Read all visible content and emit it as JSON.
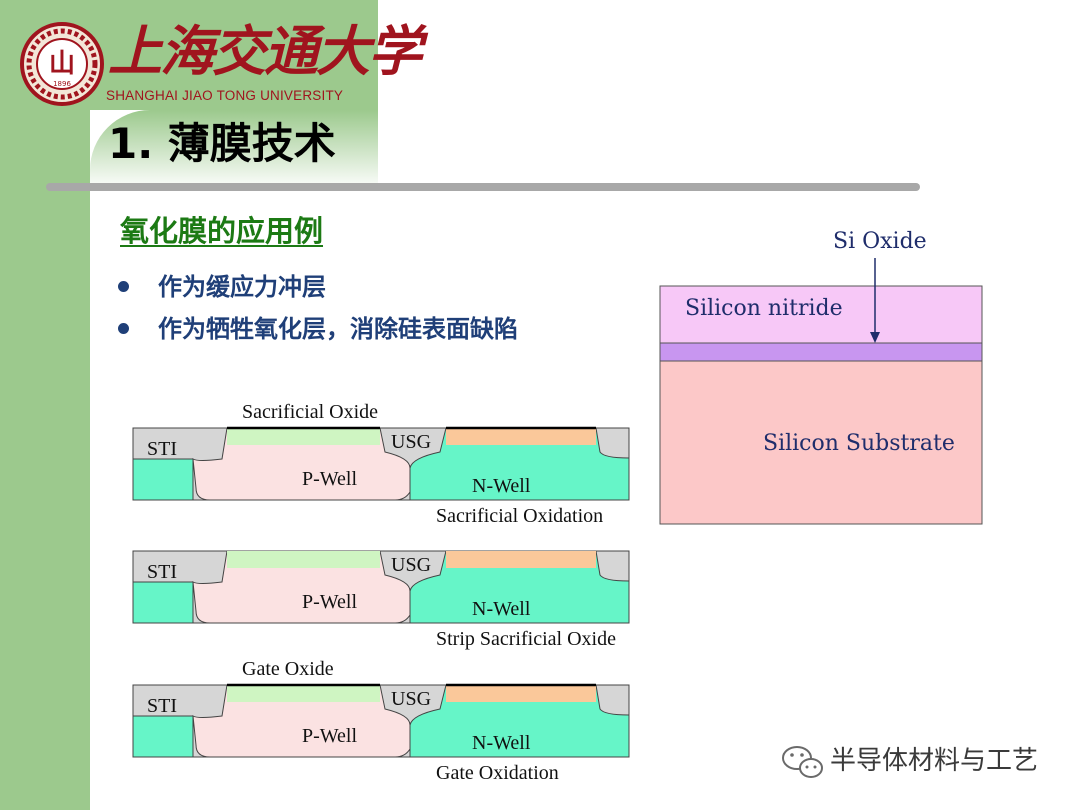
{
  "header": {
    "university_cn": "上海交通大学",
    "university_en": "SHANGHAI JIAO TONG UNIVERSITY",
    "logo_year": "1896",
    "logo_glyph": "山"
  },
  "slide": {
    "title": "1. 薄膜技术",
    "subtitle": "氧化膜的应用例",
    "bullets": [
      "作为缓应力冲层",
      "作为牺牲氧化层，消除硅表面缺陷"
    ]
  },
  "right_diagram": {
    "pointer_label": "Si Oxide",
    "nitride_label": "Silicon nitride",
    "substrate_label": "Silicon Substrate",
    "colors": {
      "nitride": "#f7c8f7",
      "oxide": "#c896f0",
      "substrate": "#fcc8c8"
    }
  },
  "process_diagrams": [
    {
      "top_label": "Sacrificial Oxide",
      "sti": "STI",
      "usg": "USG",
      "pwell": "P-Well",
      "nwell": "N-Well",
      "caption": "Sacrificial Oxidation"
    },
    {
      "top_label": "",
      "sti": "STI",
      "usg": "USG",
      "pwell": "P-Well",
      "nwell": "N-Well",
      "caption": "Strip Sacrificial Oxide"
    },
    {
      "top_label": "Gate Oxide",
      "sti": "STI",
      "usg": "USG",
      "pwell": "P-Well",
      "nwell": "N-Well",
      "caption": "Gate Oxidation"
    }
  ],
  "process_colors": {
    "sti": "#d6d6d6",
    "well_green": "#66f5c8",
    "pwell": "#fbe2e2",
    "oxide_green": "#cff5c2",
    "orange": "#fac89a"
  },
  "footer": {
    "wechat_icon": "wechat-icon",
    "text": "半导体材料与工艺"
  }
}
